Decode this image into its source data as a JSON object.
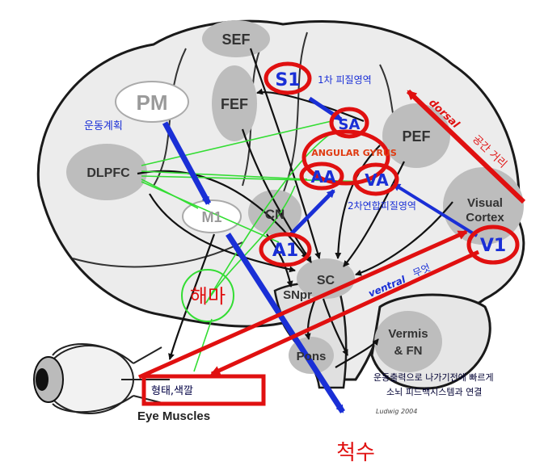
{
  "regions": {
    "sef": "SEF",
    "fef": "FEF",
    "pm": "PM",
    "dlpfc": "DLPFC",
    "m1": "M1",
    "cn": "CN",
    "pef": "PEF",
    "visual_cortex_line1": "Visual",
    "visual_cortex_line2": "Cortex",
    "s1": "S1",
    "sa": "SA",
    "aa": "AA",
    "va": "VA",
    "a1": "A1",
    "v1": "V1",
    "sc": "SC",
    "snpr": "SNpr",
    "pons": "Pons",
    "vermis_line1": "Vermis",
    "vermis_line2": "& FN",
    "eye_muscles": "Eye Muscles",
    "hippocampus": "해마",
    "spinal_cord": "척수",
    "angular_gyrus": "ANGULAR GYRUS"
  },
  "annotations": {
    "s1_area": "1차 피질영역",
    "motor_planning": "운동계획",
    "secondary_assoc": "2차연합피질영역",
    "dorsal": "dorsal",
    "dorsal_meaning": "공간 거리",
    "ventral": "ventral",
    "ventral_meaning": "무엇",
    "shape_color": "형태,색깔",
    "motor_output_line1": "운동출력으로 나가기전에 빠르게",
    "motor_output_line2": "소뇌 피드백시스템과 연결",
    "credit": "Ludwig 2004"
  },
  "colors": {
    "brain_fill": "#ececec",
    "region_fill": "#bdbdbd",
    "arrow_blue": "#1a2fd6",
    "highlight_red": "#e01010",
    "connection_green": "#33dd33"
  }
}
